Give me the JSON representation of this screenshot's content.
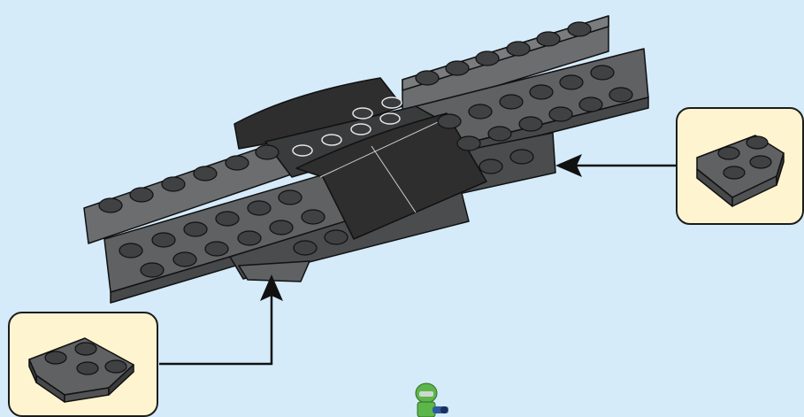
{
  "colors": {
    "background": "#d5ebfa",
    "callout_fill": "#fff4d0",
    "brick_dark_gray": "#5d5f61",
    "brick_black": "#2e2e2f",
    "outline": "#111111",
    "figure_green": "#5cb64a",
    "figure_blue": "#2d5aa0"
  },
  "steps": [
    {
      "part": "dark-gray-wedge-plate-2x2-right",
      "target": "underside-right"
    },
    {
      "part": "dark-gray-wedge-plate-2x2-left",
      "target": "underside-left"
    }
  ],
  "icons": [
    "arrow-left-icon",
    "arrow-up-icon",
    "minifigure-icon"
  ]
}
